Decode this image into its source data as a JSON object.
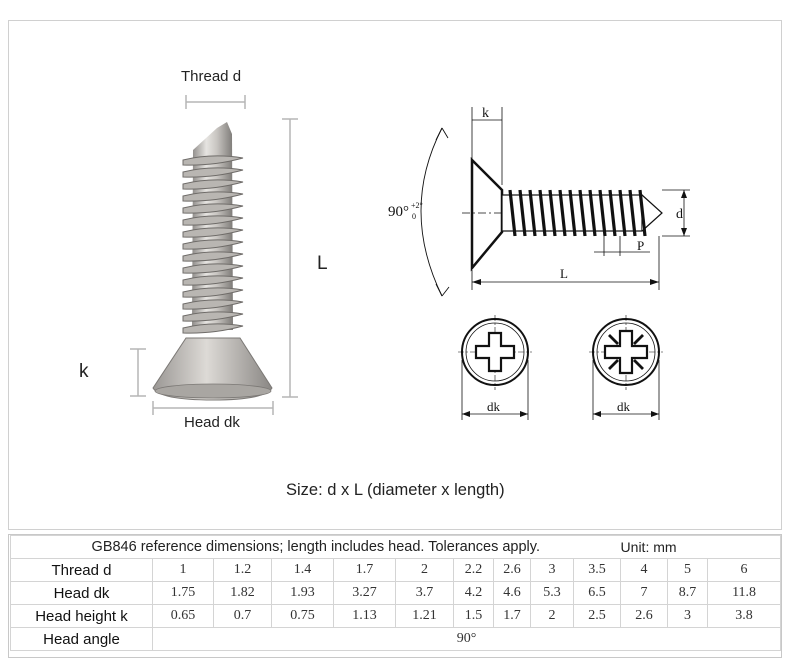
{
  "labels": {
    "thread_d": "Thread d",
    "length_L": "L",
    "head_height_k": "k",
    "head_dk": "Head dk",
    "size_formula": "Size: d x L (diameter x length)"
  },
  "drawing": {
    "k": "k",
    "angle": "90°",
    "angle_tol_upper": "+2°",
    "angle_tol_lower": "0",
    "d": "d",
    "P": "P",
    "L": "L",
    "dk_left": "dk",
    "dk_right": "dk"
  },
  "table": {
    "note": "GB846 reference dimensions; length includes head. Tolerances apply.",
    "unit": "Unit: mm",
    "rows": [
      {
        "label": "Thread d",
        "values": [
          "1",
          "1.2",
          "1.4",
          "1.7",
          "2",
          "2.2",
          "2.6",
          "3",
          "3.5",
          "4",
          "5",
          "6"
        ]
      },
      {
        "label": "Head dk",
        "values": [
          "1.75",
          "1.82",
          "1.93",
          "3.27",
          "3.7",
          "4.2",
          "4.6",
          "5.3",
          "6.5",
          "7",
          "8.7",
          "11.8"
        ]
      },
      {
        "label": "Head height k",
        "values": [
          "0.65",
          "0.7",
          "0.75",
          "1.13",
          "1.21",
          "1.5",
          "1.7",
          "2",
          "2.5",
          "2.6",
          "3",
          "3.8"
        ]
      }
    ],
    "angle_row": {
      "label": "Head angle",
      "value": "90°"
    }
  },
  "colors": {
    "photo_metal_light": "#e6e4e1",
    "photo_metal_dark": "#8e8b88",
    "dimension_line": "#b5b5b5",
    "drawing_ink": "#111111"
  }
}
